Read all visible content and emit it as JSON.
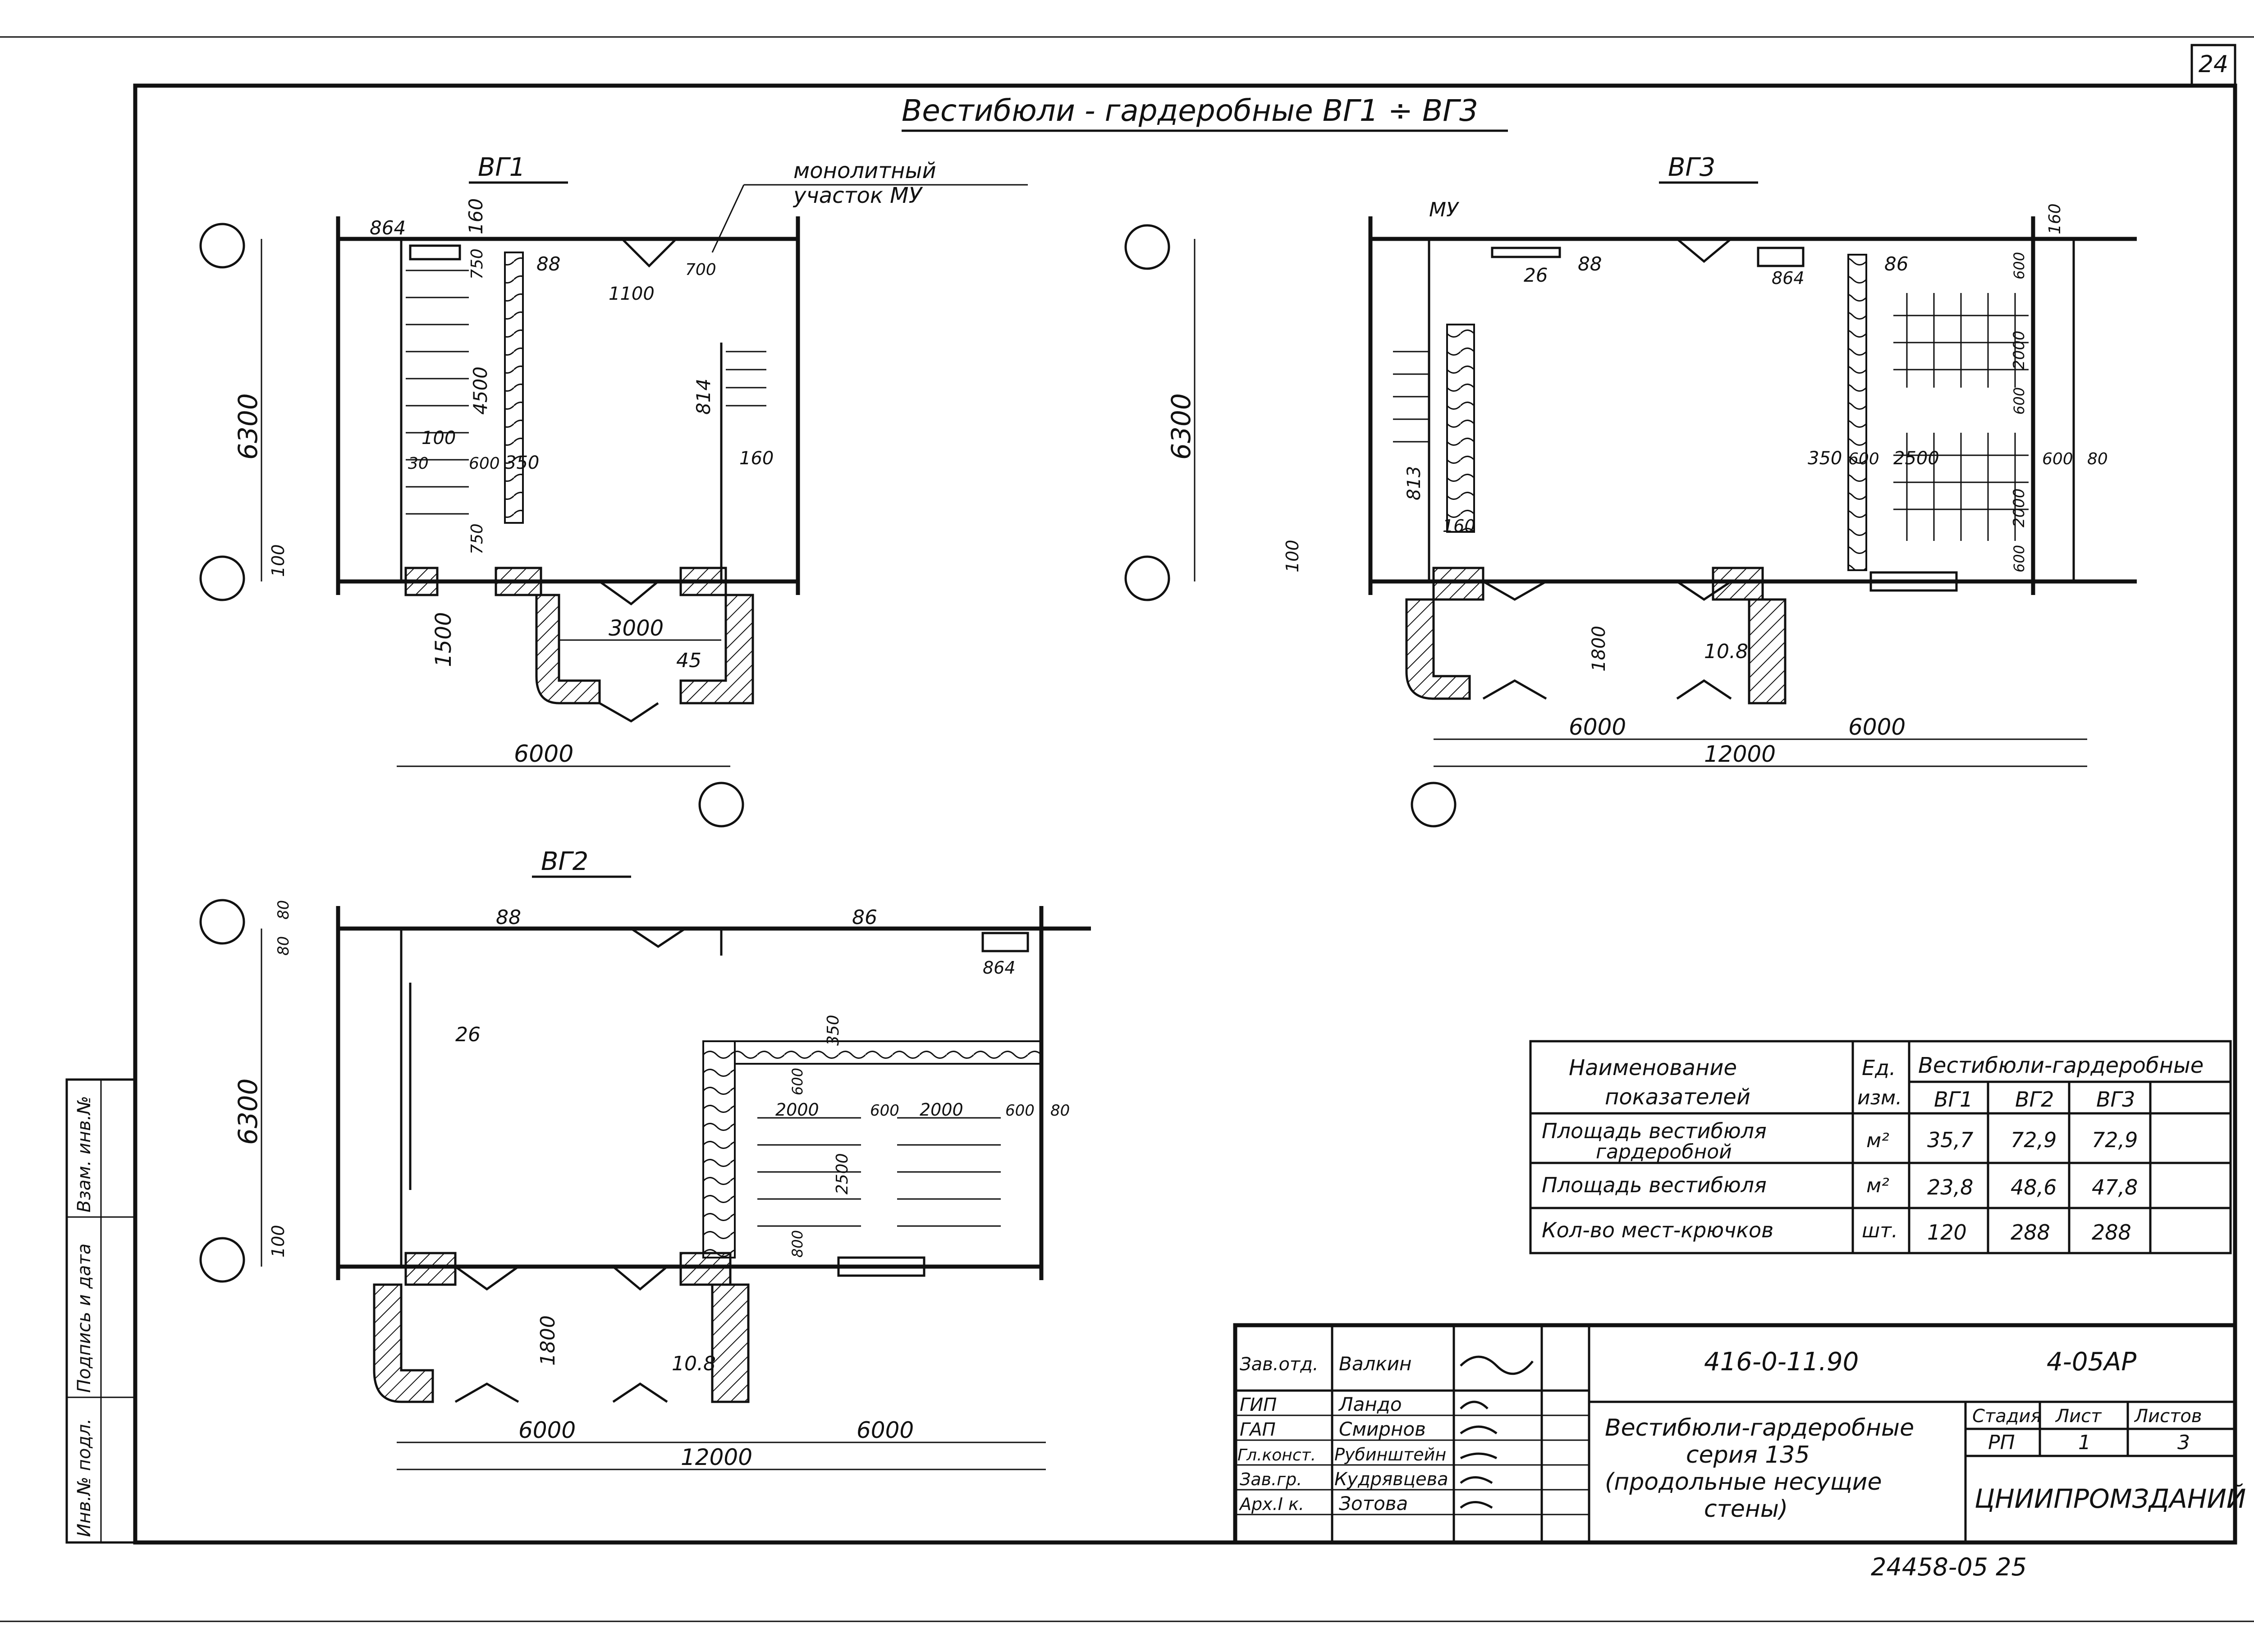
{
  "sheet": {
    "number": "24",
    "title": "Вестибюли - гардеробные ВГ1 ÷ ВГ3",
    "archive_no": "24458-05 25"
  },
  "side_stamp": [
    "Инв.№ подл.",
    "Подпись и дата",
    "Взам. инв.№"
  ],
  "plans": {
    "vg1": {
      "label": "ВГ1",
      "note": [
        "монолитный",
        "участок МУ"
      ],
      "dims": [
        "864",
        "160",
        "750",
        "88",
        "700",
        "1100",
        "4500",
        "814",
        "100",
        "30",
        "600",
        "350",
        "160",
        "750",
        "6300",
        "100",
        "1500",
        "3000",
        "45",
        "6000"
      ]
    },
    "vg3": {
      "label": "ВГ3",
      "dims": [
        "МУ",
        "26",
        "88",
        "864",
        "86",
        "160",
        "600",
        "2000",
        "600",
        "6300",
        "813",
        "160",
        "100",
        "350",
        "600",
        "2500",
        "600",
        "80",
        "2000",
        "600",
        "1800",
        "10.8",
        "6000",
        "6000",
        "12000"
      ]
    },
    "vg2": {
      "label": "ВГ2",
      "dims": [
        "80",
        "80",
        "88",
        "86",
        "864",
        "26",
        "350",
        "600",
        "2000",
        "600",
        "2000",
        "600",
        "80",
        "6300",
        "2500",
        "800",
        "100",
        "1800",
        "10.8",
        "6000",
        "6000",
        "12000"
      ]
    }
  },
  "indicators": {
    "header": {
      "name": [
        "Наименование",
        "показателей"
      ],
      "unit": [
        "Ед.",
        "изм."
      ],
      "group": "Вестибюли-гардеробные",
      "cols": [
        "ВГ1",
        "ВГ2",
        "ВГ3"
      ]
    },
    "rows": [
      {
        "name": [
          "Площадь вестибюля",
          "гардеробной"
        ],
        "unit": "м²",
        "values": [
          "35,7",
          "72,9",
          "72,9"
        ]
      },
      {
        "name": [
          "Площадь вестибюля"
        ],
        "unit": "м²",
        "values": [
          "23,8",
          "48,6",
          "47,8"
        ]
      },
      {
        "name": [
          "Кол-во мест-крючков"
        ],
        "unit": "шт.",
        "values": [
          "120",
          "288",
          "288"
        ]
      }
    ]
  },
  "title_block": {
    "code": "416-0-11.90",
    "sheet_code": "4-05АР",
    "signatures": [
      {
        "role": "Зав.отд.",
        "name": "Валкин"
      },
      {
        "role": "ГИП",
        "name": "Ландо"
      },
      {
        "role": "ГАП",
        "name": "Смирнов"
      },
      {
        "role": "Гл.конст.",
        "name": "Рубинштейн"
      },
      {
        "role": "Зав.гр.",
        "name": "Кудрявцева"
      },
      {
        "role": "Арх.I к.",
        "name": "Зотова"
      }
    ],
    "description": [
      "Вестибюли-гардеробные",
      "серия 135",
      "(продольные несущие",
      "стены)"
    ],
    "stage_label": "Стадия",
    "sheet_label": "Лист",
    "sheets_label": "Листов",
    "stage": "РП",
    "sheet": "1",
    "sheets": "3",
    "org": "ЦНИИПРОМЗДАНИЙ"
  }
}
